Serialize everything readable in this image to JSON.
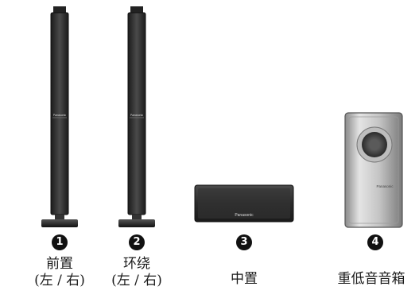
{
  "brand": "Panasonic",
  "items": [
    {
      "number": "1",
      "name": "前置",
      "sub": "(左 / 右)",
      "icon": "front-tower-speaker"
    },
    {
      "number": "2",
      "name": "环绕",
      "sub": "(左 / 右)",
      "icon": "surround-tower-speaker"
    },
    {
      "number": "3",
      "name": "中置",
      "sub": "",
      "icon": "center-speaker"
    },
    {
      "number": "4",
      "name": "重低音音箱",
      "sub": "",
      "icon": "subwoofer"
    }
  ],
  "colors": {
    "cabinet": "#2a2a2a",
    "grille": "#3b3b3b",
    "silver": "#c8c8c8",
    "badge": "#111111"
  }
}
